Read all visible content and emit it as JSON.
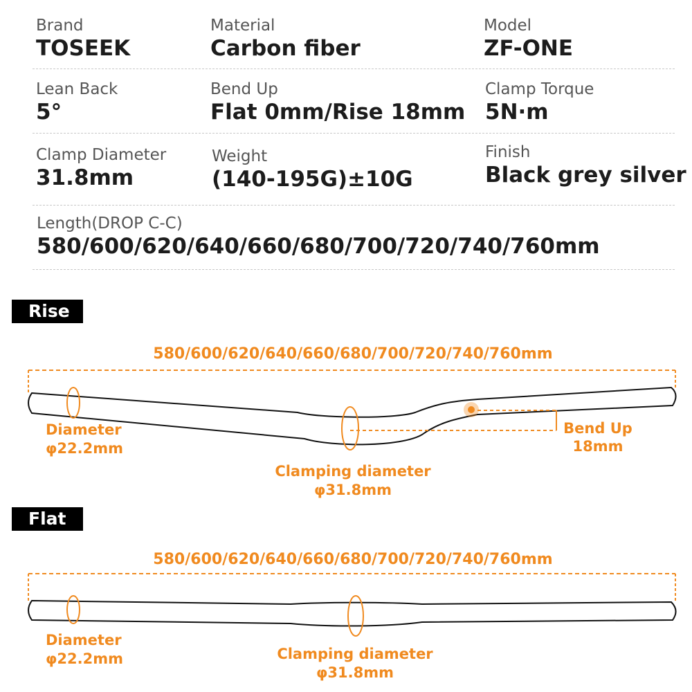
{
  "specs": {
    "brand": {
      "label": "Brand",
      "value": "TOSEEK"
    },
    "material": {
      "label": "Material",
      "value": "Carbon fiber"
    },
    "model": {
      "label": "Model",
      "value": "ZF-ONE"
    },
    "lean_back": {
      "label": "Lean Back",
      "value": "5°"
    },
    "bend_up": {
      "label": "Bend Up",
      "value": "Flat 0mm/Rise 18mm"
    },
    "clamp_torque": {
      "label": "Clamp Torque",
      "value": "5N·m"
    },
    "clamp_diameter": {
      "label": "Clamp Diameter",
      "value": "31.8mm"
    },
    "weight": {
      "label": "Weight",
      "value": "(140-195G)±10G"
    },
    "finish": {
      "label": "Finish",
      "value": "Black grey silver"
    },
    "length": {
      "label": "Length(DROP C-C)",
      "value": "580/600/620/640/660/680/700/720/740/760mm"
    }
  },
  "rise": {
    "tag": "Rise",
    "length": "580/600/620/640/660/680/700/720/740/760mm",
    "diameter_label": "Diameter",
    "diameter_value": "φ22.2mm",
    "clamping_label": "Clamping diameter",
    "clamping_value": "φ31.8mm",
    "bend_label": "Bend Up",
    "bend_value": "18mm"
  },
  "flat": {
    "tag": "Flat",
    "length": "580/600/620/640/660/680/700/720/740/760mm",
    "diameter_label": "Diameter",
    "diameter_value": "φ22.2mm",
    "clamping_label": "Clamping diameter",
    "clamping_value": "φ31.8mm"
  },
  "colors": {
    "accent": "#f08a1f",
    "text": "#1c1c1c",
    "label": "#555555",
    "tag_bg": "#000000"
  }
}
